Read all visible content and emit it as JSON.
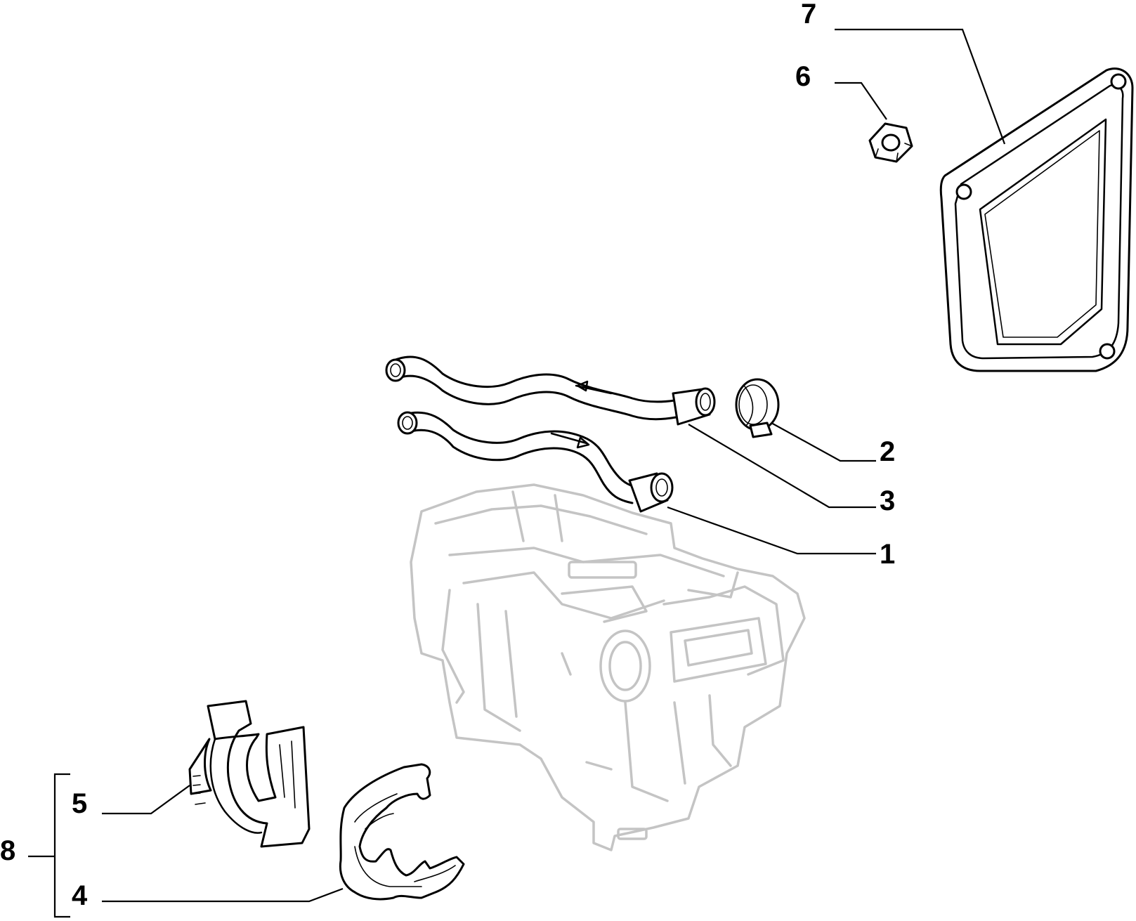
{
  "callouts": {
    "c1": "1",
    "c2": "2",
    "c3": "3",
    "c4": "4",
    "c5": "5",
    "c6": "6",
    "c7": "7",
    "c8": "8"
  },
  "colors": {
    "line": "#000000",
    "housing_outline": "#c4c4c4",
    "background": "#ffffff"
  }
}
